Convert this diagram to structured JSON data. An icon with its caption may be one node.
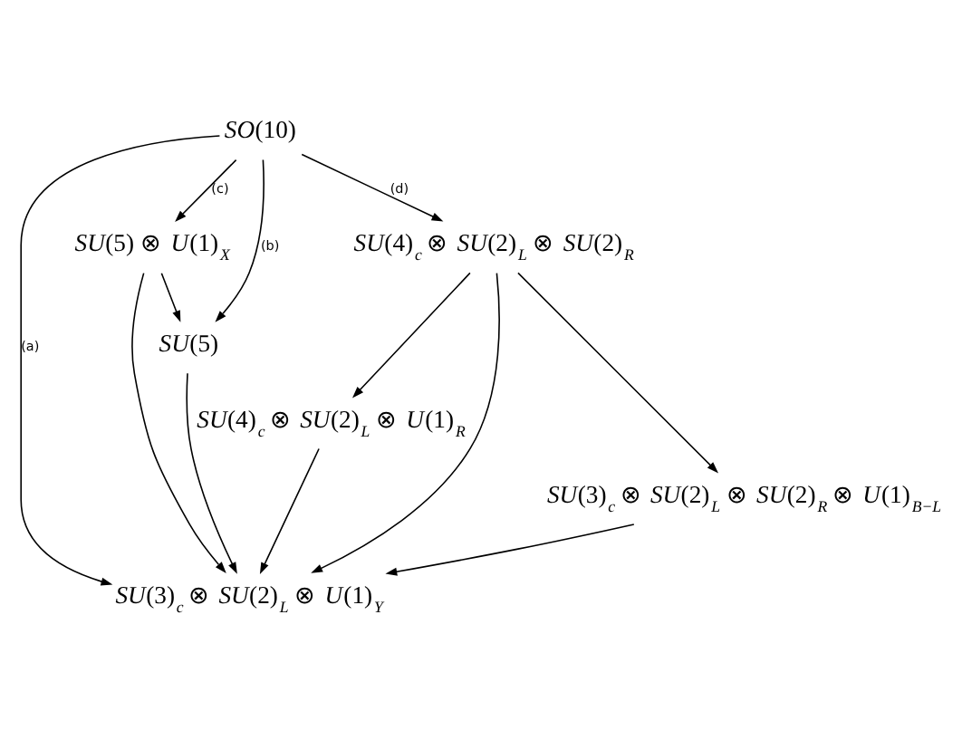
{
  "diagram": {
    "nodes": [
      {
        "text": [
          "SO(10)"
        ]
      },
      {
        "text": [
          "SU(5) ⊗ U(1)$_{X}$"
        ]
      },
      {
        "text": [
          "SU(4)$_{c}$ ⊗ SU(2)$_{L}$ ⊗ SU(2)$_{R}$"
        ]
      },
      {
        "text": [
          "SU(4)$_{c}$ ⊗ SU(2)$_{L}$ ⊗ U(1)$_{R}$"
        ]
      },
      {
        "text": [
          "SU(5)"
        ]
      },
      {
        "text": [
          "SU(3)$_{c}$ ⊗ SU(2)$_{L}$ ⊗ SU(2)$_{R}$ ⊗ U(1)$_{B−L}$"
        ]
      },
      {
        "text": [
          "SU(3)$_{c}$ ⊗ SU(2)$_{L}$ ⊗ U(1)$_{Y}$"
        ]
      }
    ],
    "edges": [
      {
        "from": 0,
        "to": 1,
        "arrow": "to",
        "label": "(c)"
      },
      {
        "from": 0,
        "to": 2,
        "arrow": "to",
        "label": "(d)"
      },
      {
        "from": 0,
        "to": 4,
        "arrow": "to",
        "label": "(b)"
      },
      {
        "from": 0,
        "to": 6,
        "arrow": "to",
        "label": "(a)"
      },
      {
        "from": 1,
        "to": 4,
        "arrow": "to"
      },
      {
        "from": 1,
        "to": 6,
        "arrow": "to"
      },
      {
        "from": 2,
        "to": 3,
        "arrow": "to"
      },
      {
        "from": 2,
        "to": 5,
        "arrow": "to"
      },
      {
        "from": 2,
        "to": 6,
        "arrow": "to"
      },
      {
        "from": 3,
        "to": 6,
        "arrow": "to"
      },
      {
        "from": 4,
        "to": 6,
        "arrow": "to"
      },
      {
        "from": 5,
        "to": 6,
        "arrow": "to"
      }
    ]
  }
}
